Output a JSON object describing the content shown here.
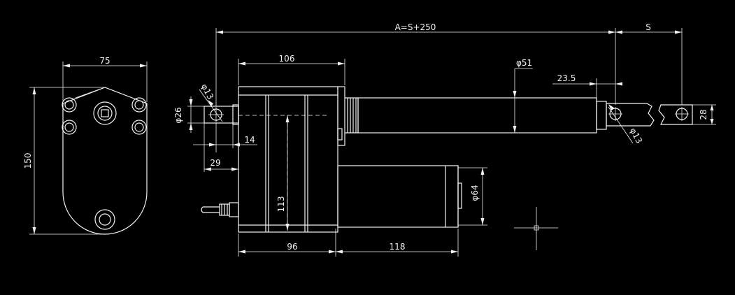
{
  "drawing": {
    "background": "#000000",
    "line_color": "#f2f2f2",
    "dimensions": {
      "side_width": "75",
      "side_height": "150",
      "overall_length": "A=S+250",
      "stroke": "S",
      "gearbox_length": "106",
      "rod_diameter": "φ51",
      "clevis_offset": "23.5",
      "front_hole": "φ13",
      "rear_hole": "φ13",
      "clevis_height": "28",
      "rear_clevis_diameter": "φ26",
      "rear_clevis_width": "14",
      "rear_clevis_depth": "29",
      "housing_height": "113",
      "housing_length": "96",
      "motor_length": "118",
      "motor_diameter": "φ64"
    }
  }
}
